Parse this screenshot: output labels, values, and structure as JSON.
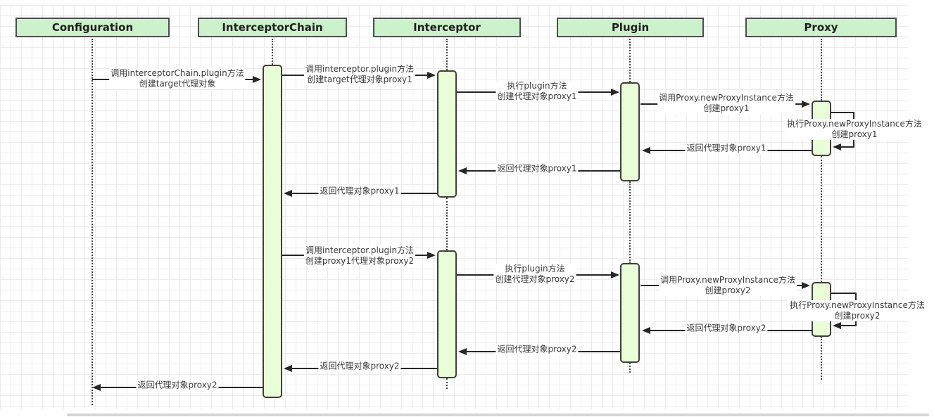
{
  "diagram": {
    "type": "sequence-diagram",
    "actors": [
      {
        "name": "Configuration"
      },
      {
        "name": "InterceptorChain"
      },
      {
        "name": "Interceptor"
      },
      {
        "name": "Plugin"
      },
      {
        "name": "Proxy"
      }
    ],
    "colors": {
      "actor_fill": "#ccf2cb",
      "activation_fill": "#e9fdd6",
      "border": "#4d4d4d",
      "line": "#262626",
      "grid": "#ececec"
    },
    "messages": [
      {
        "from": "Configuration",
        "to": "InterceptorChain",
        "type": "call",
        "line1": "调用interceptorChain.plugin方法",
        "line2": "创建target代理对象"
      },
      {
        "from": "InterceptorChain",
        "to": "Interceptor",
        "type": "call",
        "line1": "调用interceptor.plugin方法",
        "line2": "创建target代理对象proxy1"
      },
      {
        "from": "Interceptor",
        "to": "Plugin",
        "type": "call",
        "line1": "执行plugin方法",
        "line2": "创建代理对象proxy1"
      },
      {
        "from": "Plugin",
        "to": "Proxy",
        "type": "call",
        "line1": "调用Proxy.newProxyInstance方法",
        "line2": "创建proxy1"
      },
      {
        "from": "Proxy",
        "to": "Proxy",
        "type": "self",
        "line1": "执行Proxy.newProxyInstance方法",
        "line2": "创建proxy1"
      },
      {
        "from": "Proxy",
        "to": "Plugin",
        "type": "return",
        "line1": "返回代理对象proxy1"
      },
      {
        "from": "Plugin",
        "to": "Interceptor",
        "type": "return",
        "line1": "返回代理对象proxy1"
      },
      {
        "from": "Interceptor",
        "to": "InterceptorChain",
        "type": "return",
        "line1": "返回代理对象proxy1"
      },
      {
        "from": "InterceptorChain",
        "to": "Interceptor",
        "type": "call",
        "line1": "调用interceptor.plugin方法",
        "line2": "创建proxy1代理对象proxy2"
      },
      {
        "from": "Interceptor",
        "to": "Plugin",
        "type": "call",
        "line1": "执行plugin方法",
        "line2": "创建代理对象proxy2"
      },
      {
        "from": "Plugin",
        "to": "Proxy",
        "type": "call",
        "line1": "调用Proxy.newProxyInstance方法",
        "line2": "创建proxy2"
      },
      {
        "from": "Proxy",
        "to": "Proxy",
        "type": "self",
        "line1": "执行Proxy.newProxyInstance方法",
        "line2": "创建proxy2"
      },
      {
        "from": "Proxy",
        "to": "Plugin",
        "type": "return",
        "line1": "返回代理对象proxy2"
      },
      {
        "from": "Plugin",
        "to": "Interceptor",
        "type": "return",
        "line1": "返回代理对象proxy2"
      },
      {
        "from": "Interceptor",
        "to": "InterceptorChain",
        "type": "return",
        "line1": "返回代理对象proxy2"
      },
      {
        "from": "InterceptorChain",
        "to": "Configuration",
        "type": "return",
        "line1": "返回代理对象proxy2"
      }
    ]
  }
}
